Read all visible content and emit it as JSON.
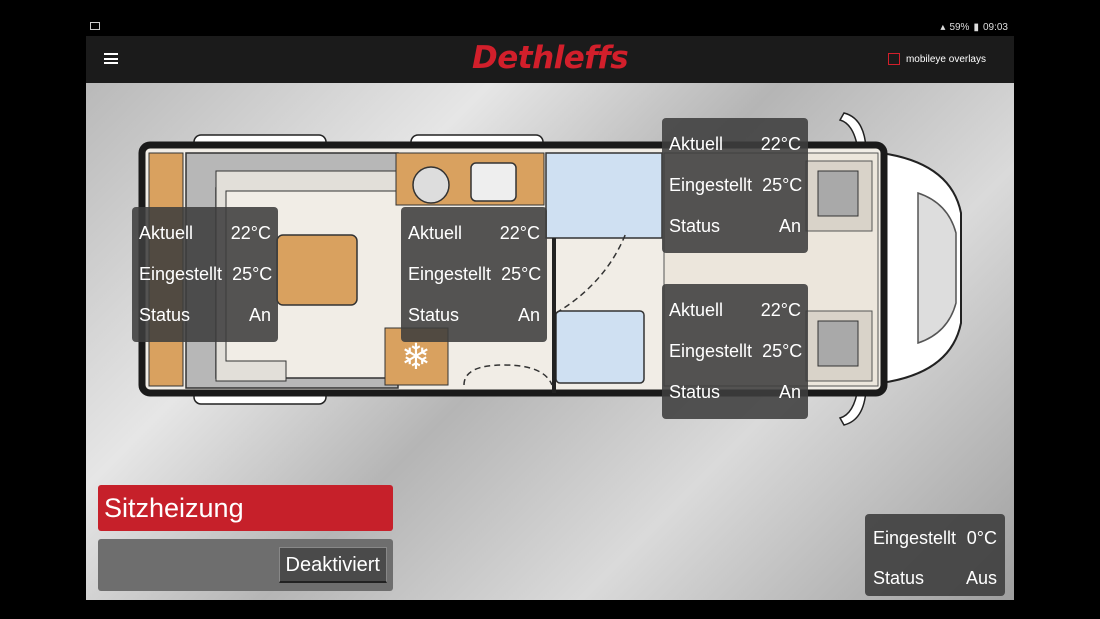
{
  "statusbar": {
    "battery": "59%",
    "time": "09:03"
  },
  "appbar": {
    "brand": "Dethleffs",
    "overlay_label": "mobileye overlays"
  },
  "zones": [
    {
      "label_current": "Aktuell",
      "current": "22°C",
      "label_set": "Eingestellt",
      "set": "25°C",
      "label_status": "Status",
      "status": "An"
    },
    {
      "label_current": "Aktuell",
      "current": "22°C",
      "label_set": "Eingestellt",
      "set": "25°C",
      "label_status": "Status",
      "status": "An"
    },
    {
      "label_current": "Aktuell",
      "current": "22°C",
      "label_set": "Eingestellt",
      "set": "25°C",
      "label_status": "Status",
      "status": "An"
    },
    {
      "label_current": "Aktuell",
      "current": "22°C",
      "label_set": "Eingestellt",
      "set": "25°C",
      "label_status": "Status",
      "status": "An"
    }
  ],
  "seat_heating": {
    "title": "Sitzheizung",
    "button": "Deaktiviert"
  },
  "summary": {
    "label_set": "Eingestellt",
    "set": "0°C",
    "label_status": "Status",
    "status": "Aus"
  },
  "colors": {
    "brand_red": "#d21f2b",
    "wood": "#d9a15f",
    "shower_blue": "#cfe0f2"
  }
}
